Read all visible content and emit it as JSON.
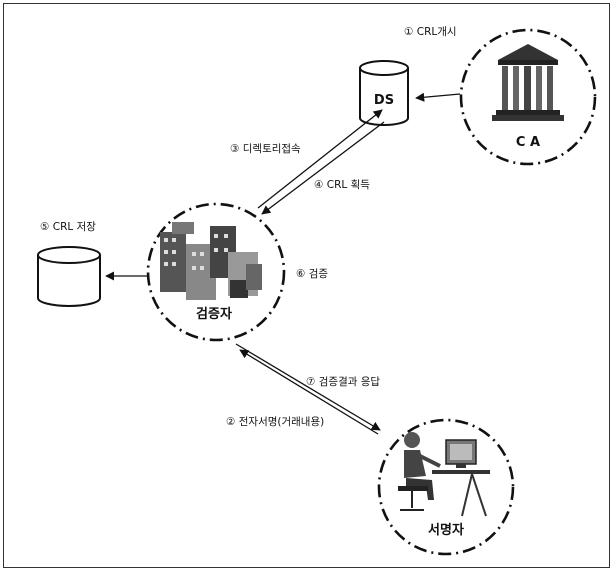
{
  "nodes": {
    "ca": "C A",
    "ds": "DS",
    "verifier": "검증자",
    "signer": "서명자"
  },
  "steps": {
    "s1": "① CRL개시",
    "s2": "② 전자서명(거래내용)",
    "s3": "③ 디렉토리접속",
    "s4": "④ CRL 획득",
    "s5": "⑤ CRL 저장",
    "s6": "⑥ 검증",
    "s7": "⑦ 검증결과 응답"
  },
  "icons": {
    "ca": "bank-building-icon",
    "ds": "database-cylinder-icon",
    "crl_store": "database-cylinder-icon",
    "verifier": "office-buildings-icon",
    "signer": "person-at-computer-icon"
  }
}
